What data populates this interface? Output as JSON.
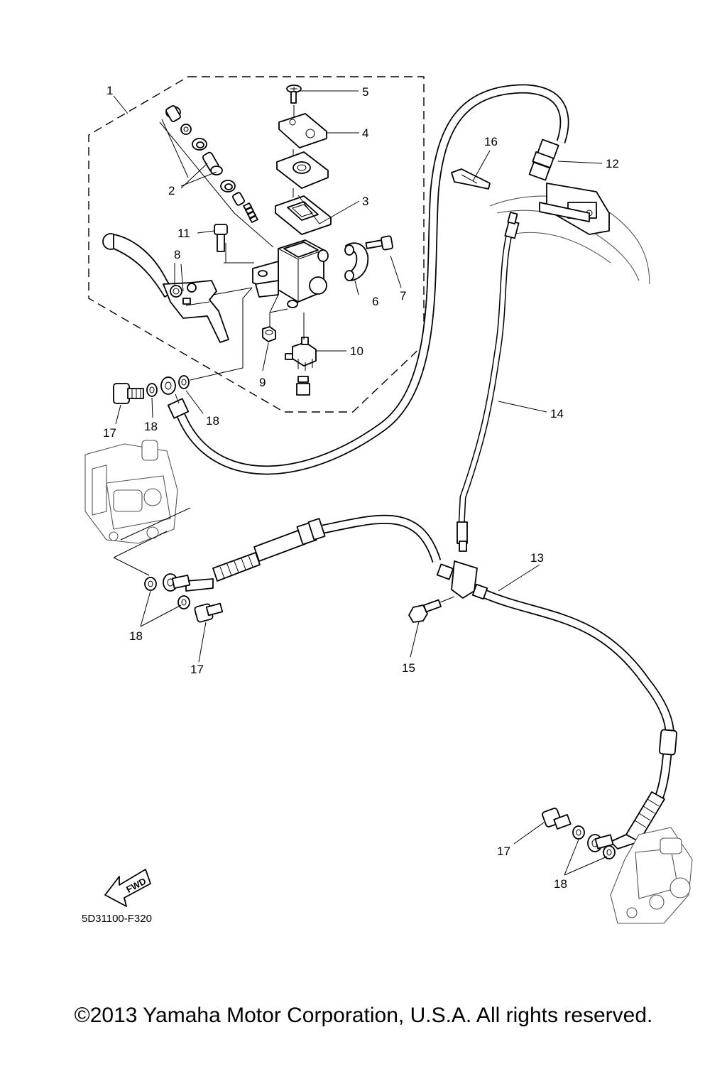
{
  "diagram": {
    "callouts": {
      "c1": "1",
      "c2": "2",
      "c3": "3",
      "c4": "4",
      "c5": "5",
      "c6": "6",
      "c7": "7",
      "c8": "8",
      "c9": "9",
      "c10": "10",
      "c11": "11",
      "c12": "12",
      "c13": "13",
      "c14": "14",
      "c15": "15",
      "c16": "16",
      "c17a": "17",
      "c17b": "17",
      "c17c": "17",
      "c18a": "18",
      "c18b": "18",
      "c18c": "18",
      "c18d": "18"
    },
    "fwd_arrow_text": "FWD",
    "drawing_code": "5D31100-F320"
  },
  "copyright": "©2013 Yamaha Motor Corporation, U.S.A. All rights reserved."
}
